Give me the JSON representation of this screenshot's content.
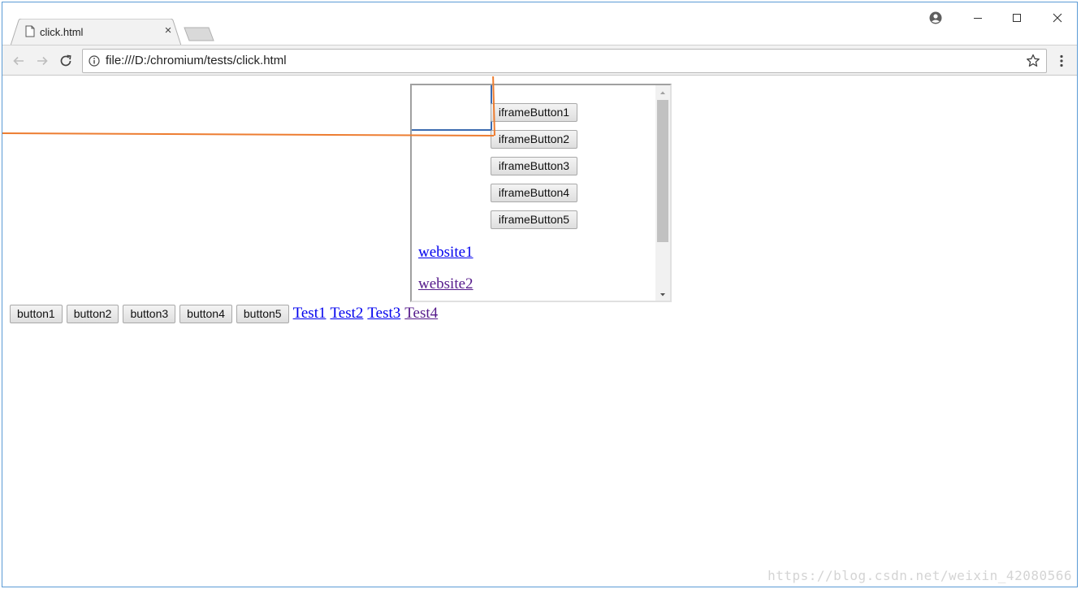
{
  "tab": {
    "title": "click.html",
    "close_glyph": "×"
  },
  "toolbar": {
    "url": "file:///D:/chromium/tests/click.html"
  },
  "iframe": {
    "buttons": [
      "iframeButton1",
      "iframeButton2",
      "iframeButton3",
      "iframeButton4",
      "iframeButton5"
    ],
    "links": [
      {
        "label": "website1",
        "color": "#0000ee"
      },
      {
        "label": "website2",
        "color": "#551a8b"
      }
    ]
  },
  "page": {
    "buttons": [
      "button1",
      "button2",
      "button3",
      "button4",
      "button5"
    ],
    "links": [
      {
        "label": "Test1",
        "color": "#0000ee"
      },
      {
        "label": "Test2",
        "color": "#0000ee"
      },
      {
        "label": "Test3",
        "color": "#0000ee"
      },
      {
        "label": "Test4",
        "color": "#551a8b"
      }
    ]
  },
  "annotation": {
    "line_color": "#ed7d31",
    "box_color": "#3c6bb0"
  },
  "watermark": "https://blog.csdn.net/weixin_42080566"
}
